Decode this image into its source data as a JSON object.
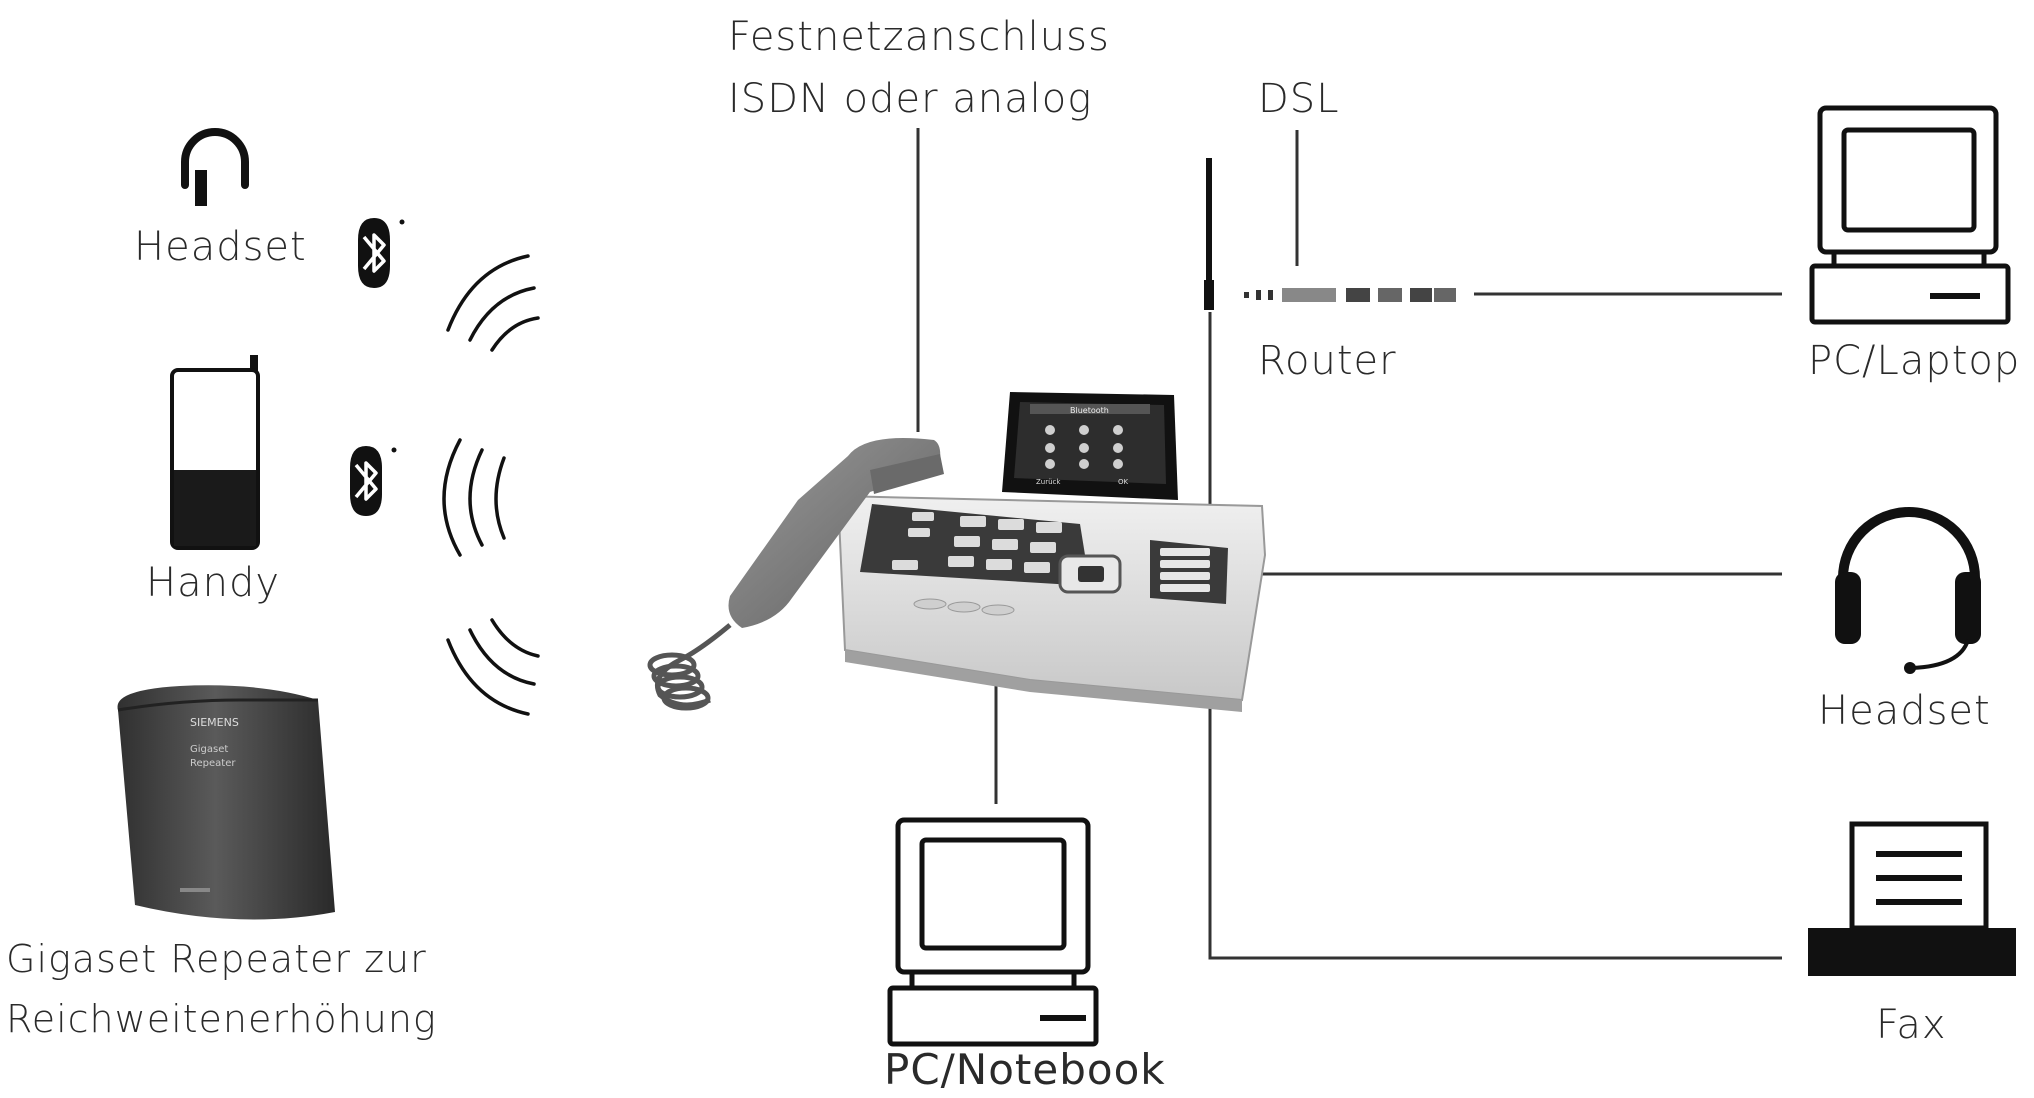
{
  "labels": {
    "festnetz_line1": "Festnetzanschluss",
    "festnetz_line2": "ISDN oder analog",
    "dsl": "DSL",
    "router": "Router",
    "pc_laptop": "PC/Laptop",
    "headset_left": "Headset",
    "handy": "Handy",
    "repeater_line1": "Gigaset Repeater zur",
    "repeater_line2": "Reichweitenerhöhung",
    "headset_right": "Headset",
    "fax": "Fax",
    "pc_notebook": "PC/Notebook"
  },
  "phone_screen": {
    "title": "Bluetooth",
    "back": "Zurück",
    "ok": "OK"
  },
  "repeater_brand": {
    "line1": "SIEMENS",
    "line2": "Gigaset",
    "line3": "Repeater"
  },
  "colors": {
    "line": "#333333",
    "dark": "#111111",
    "phone_gray": "#7d7d7d"
  },
  "icons": [
    "headset-icon",
    "bluetooth-icon",
    "mobile-phone-icon",
    "radio-waves-icon",
    "repeater-icon",
    "desk-phone-icon",
    "router-icon",
    "computer-icon",
    "headset-with-mic-icon",
    "fax-icon"
  ]
}
